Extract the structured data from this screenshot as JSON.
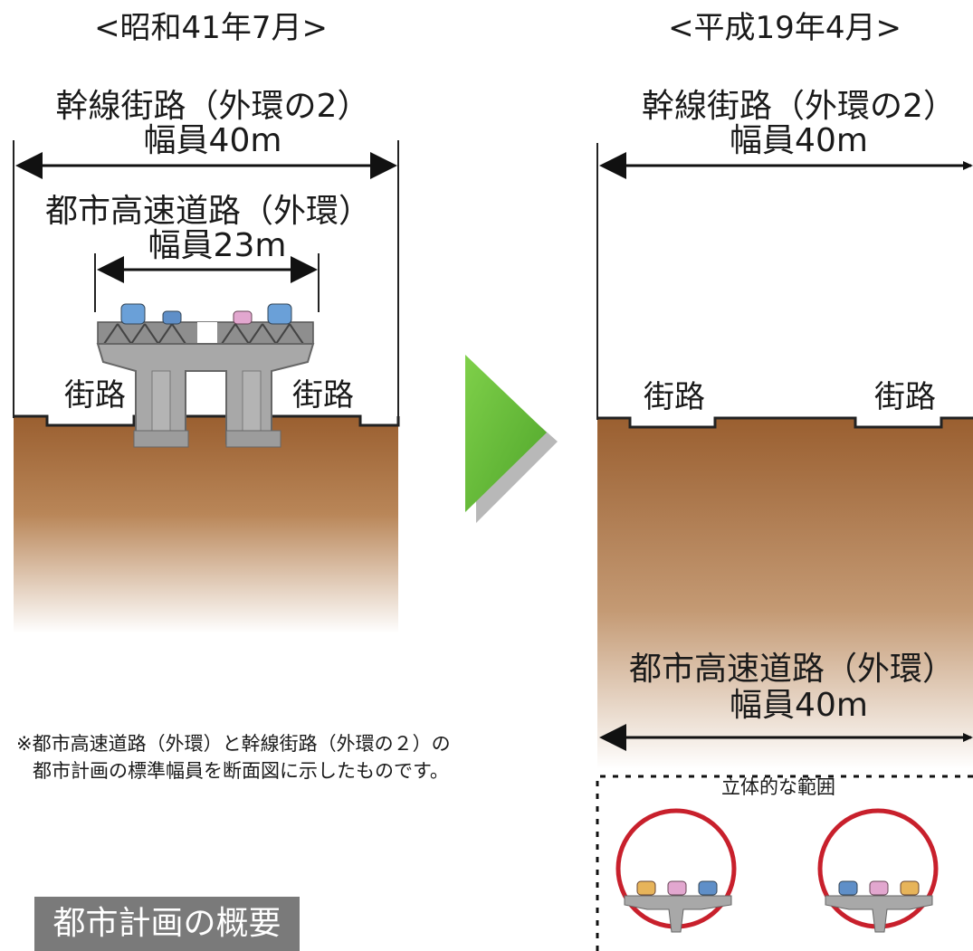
{
  "left_panel": {
    "era": "<昭和41年7月>",
    "trunk_road_title": "幹線街路（外環の2）",
    "trunk_road_width": "幅員40m",
    "expressway_title": "都市高速道路（外環）",
    "expressway_width": "幅員23m",
    "street_left": "街路",
    "street_right": "街路"
  },
  "right_panel": {
    "era": "<平成19年4月>",
    "trunk_road_title": "幹線街路（外環の2）",
    "trunk_road_width": "幅員40m",
    "street_left": "街路",
    "street_right": "街路",
    "expressway_title": "都市高速道路（外環）",
    "expressway_width": "幅員40m",
    "stereo_range_label": "立体的な範囲"
  },
  "note": {
    "line1": "※都市高速道路（外環）と幹線街路（外環の２）の",
    "line2": "都市計画の標準幅員を断面図に示したものです。"
  },
  "section_tag": "都市計画の概要",
  "colors": {
    "soil_top": "#9a5f30",
    "soil_bottom": "#ffffff",
    "concrete": "#a8a8a8",
    "arrow_green": "#6abf3a",
    "tunnel_ring": "#c8202c"
  }
}
